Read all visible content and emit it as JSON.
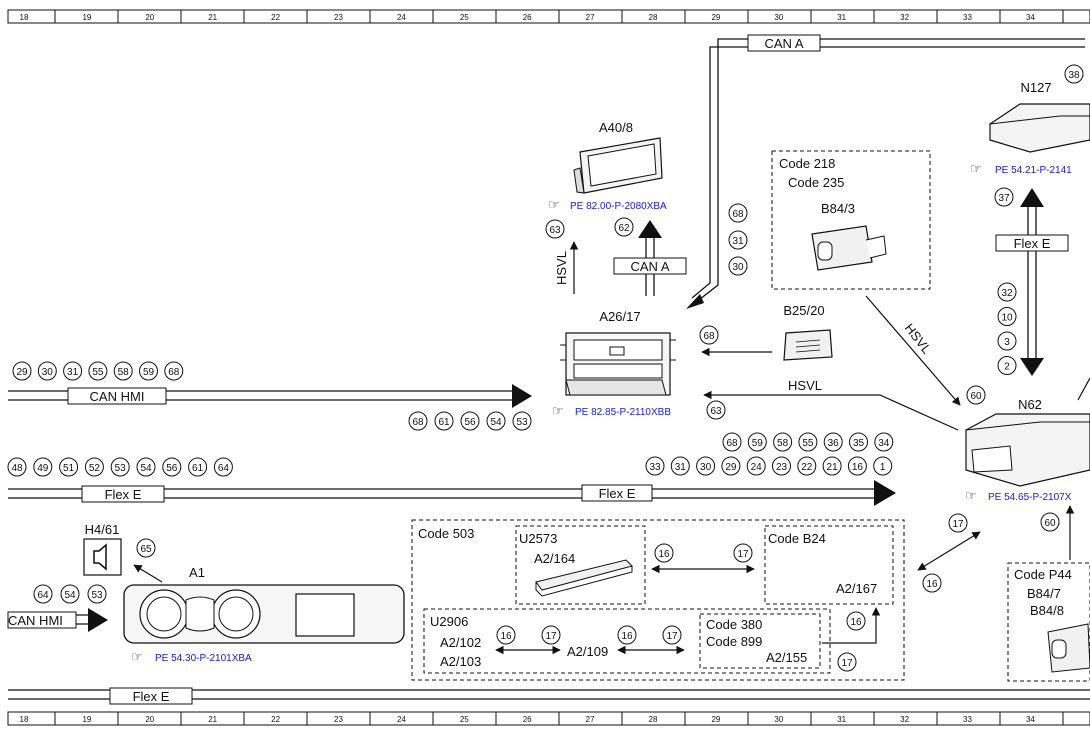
{
  "ruler": [
    "18",
    "19",
    "20",
    "21",
    "22",
    "23",
    "24",
    "25",
    "26",
    "27",
    "28",
    "29",
    "30",
    "31",
    "32",
    "33",
    "34"
  ],
  "components": {
    "a40_8": "A40/8",
    "a26_17": "A26/17",
    "b25_20": "B25/20",
    "b84_3": "B84/3",
    "n127": "N127",
    "n62": "N62",
    "h4_61": "H4/61",
    "a1": "A1",
    "u2573": "U2573",
    "a2_164": "A2/164",
    "a2_167": "A2/167",
    "u2906": "U2906",
    "a2_102": "A2/102",
    "a2_103": "A2/103",
    "a2_109": "A2/109",
    "a2_155": "A2/155",
    "b84_7": "B84/7",
    "b84_8": "B84/8"
  },
  "codes": {
    "c218": "Code 218",
    "c235": "Code 235",
    "c503": "Code 503",
    "cb24": "Code B24",
    "c380": "Code 380",
    "c899": "Code 899",
    "cp44": "Code P44"
  },
  "refs": {
    "a40_8": "PE 82.00-P-2080XBA",
    "a26_17": "PE 82.85-P-2110XBB",
    "n127": "PE 54.21-P-2141",
    "n62": "PE 54.65-P-2107X",
    "a1": "PE 54.30-P-2101XBA"
  },
  "buses": {
    "can_a": "CAN A",
    "can_hmi": "CAN HMI",
    "flex_e": "Flex E",
    "hsvl": "HSVL"
  },
  "circles": {
    "can_hmi_top": [
      "29",
      "30",
      "31",
      "55",
      "58",
      "59",
      "68"
    ],
    "can_hmi_bottom": [
      "68",
      "61",
      "56",
      "54",
      "53"
    ],
    "flex_left": [
      "48",
      "49",
      "51",
      "52",
      "53",
      "54",
      "56",
      "61",
      "64"
    ],
    "flex_right_top": [
      "68",
      "59",
      "58",
      "55",
      "36",
      "35",
      "34"
    ],
    "flex_right_bottom": [
      "33",
      "31",
      "30",
      "29",
      "24",
      "23",
      "22",
      "21",
      "16",
      "1"
    ],
    "a1_in": [
      "64",
      "54",
      "53"
    ],
    "can_a_col": [
      "68",
      "31",
      "30"
    ],
    "flex_vert": [
      "32",
      "10",
      "3",
      "2"
    ],
    "a40_63": "63",
    "a40_62": "62",
    "b25_68": "68",
    "hsvl_63": "63",
    "n62_60": "60",
    "n127_37": "37",
    "n127_38": "38",
    "h4_65": "65",
    "n62_17": "17",
    "n62_16": "16",
    "n62_60b": "60",
    "u2573_16": "16",
    "u2573_17": "17",
    "u2906_16": "16",
    "u2906_17": "17",
    "a2109_16": "16",
    "a2109_17": "17",
    "a2167_16": "16",
    "a2167_17": "17"
  }
}
